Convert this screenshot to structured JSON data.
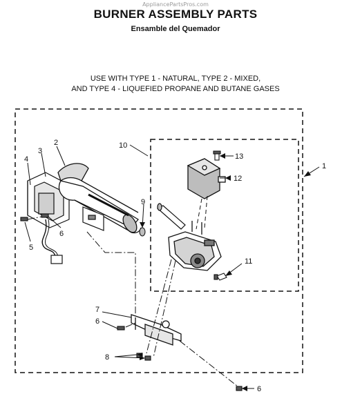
{
  "watermark": "AppliancePartsPros.com",
  "title": "BURNER ASSEMBLY PARTS",
  "subtitle": "Ensamble del Quemador",
  "usage_note": {
    "line1": "USE WITH TYPE 1 - NATURAL, TYPE 2 - MIXED,",
    "line2": "AND TYPE 4 - LIQUEFIED PROPANE AND BUTANE GASES"
  },
  "callouts": {
    "c1": "1",
    "c2": "2",
    "c3": "3",
    "c4": "4",
    "c5": "5",
    "c6a": "6",
    "c6b": "6",
    "c6c": "6",
    "c7": "7",
    "c8": "8",
    "c9": "9",
    "c10": "10",
    "c11": "11",
    "c12": "12",
    "c13": "13"
  }
}
